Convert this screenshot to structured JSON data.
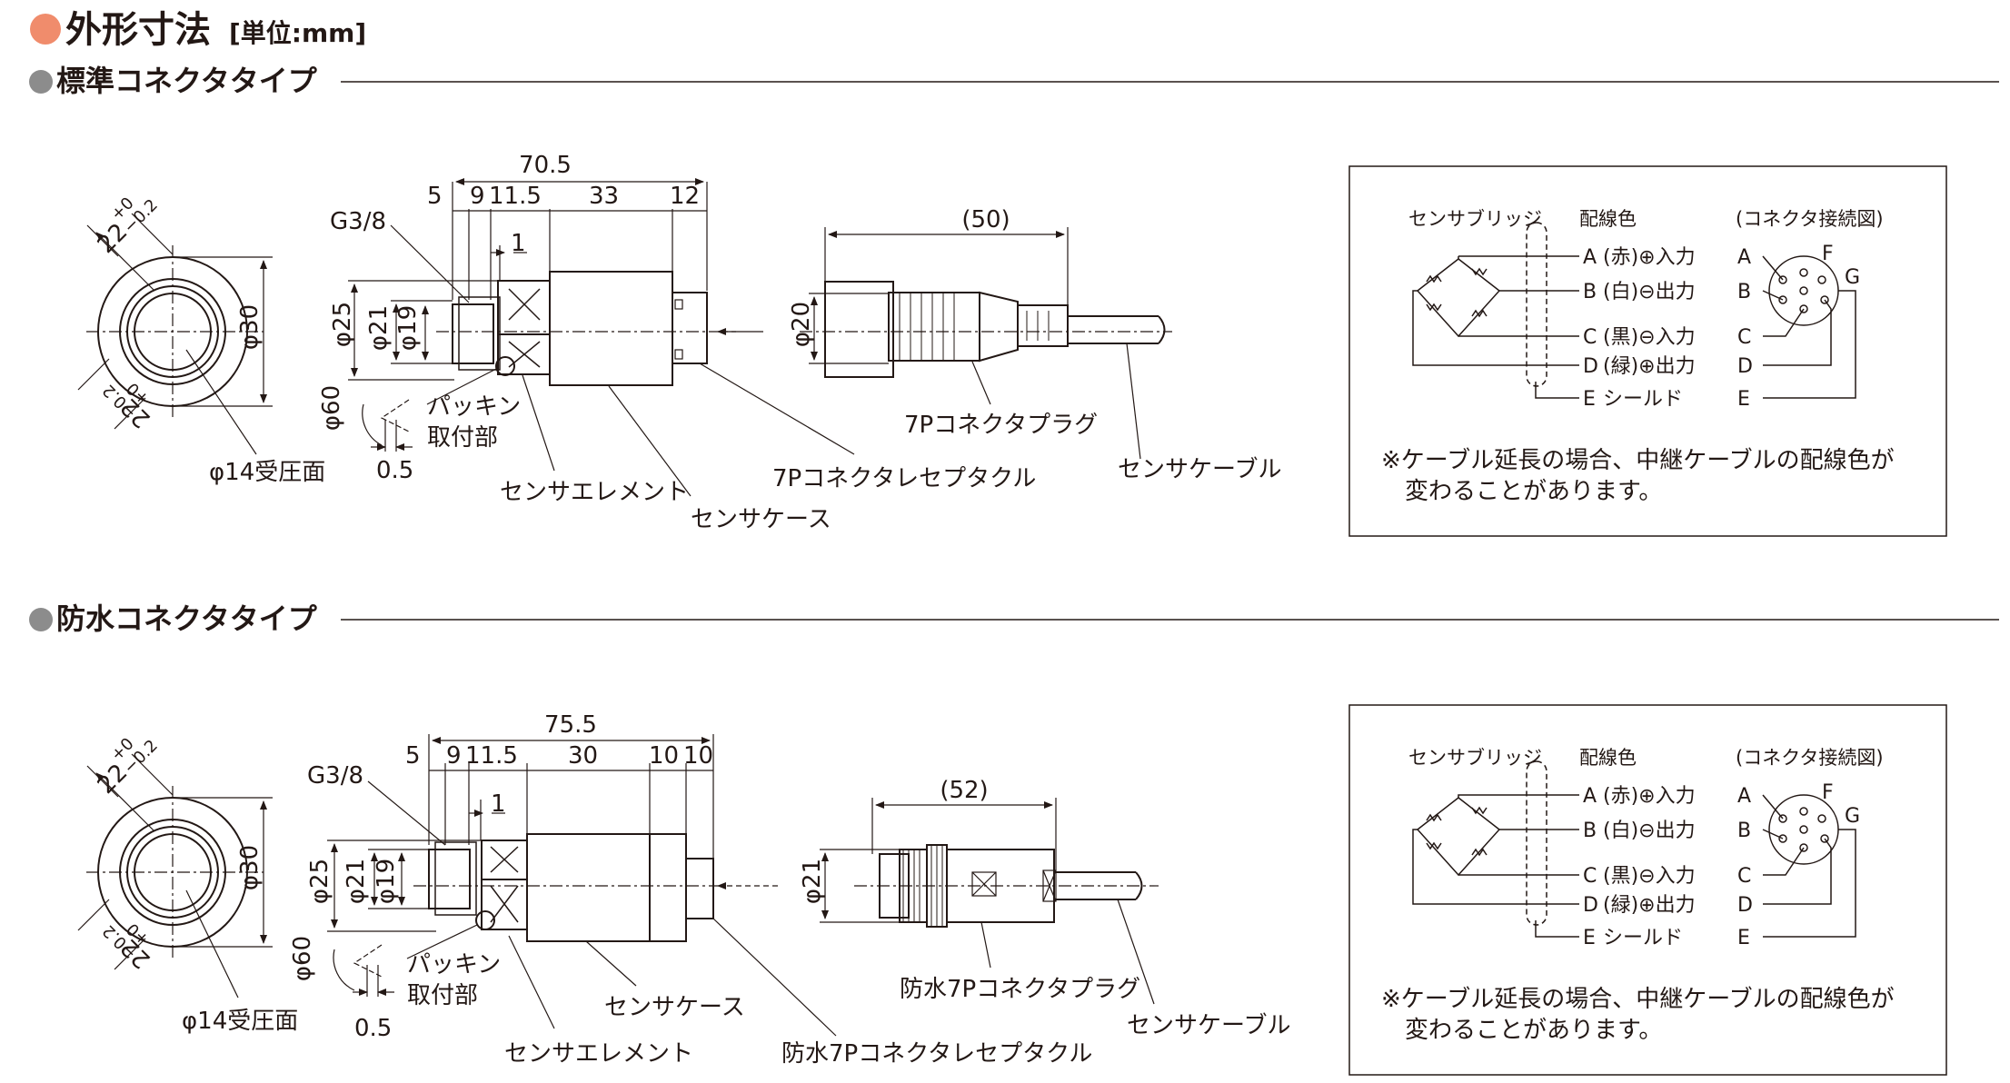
{
  "header": {
    "title": "外形寸法",
    "unit": "[単位:mm]",
    "accent_color": "#f08c6c",
    "bullet_color": "#8c8c8c"
  },
  "sections": [
    {
      "title": "標準コネクタタイプ",
      "front_view": {
        "tol_top": "22",
        "tol_top_upper": "+0",
        "tol_top_lower": "−0.2",
        "tol_bottom": "22",
        "tol_bottom_upper": "+0",
        "tol_bottom_lower": "−0.2",
        "dia_outer": "φ30",
        "face_label": "φ14受圧面"
      },
      "side_view": {
        "overall": "70.5",
        "dims": [
          "5",
          "9",
          "11.5",
          "33",
          "12"
        ],
        "dim_1": "1",
        "thread": "G3/8",
        "dia": [
          "φ25",
          "φ21",
          "φ19"
        ],
        "dia_connector": "φ20",
        "angle": "φ60",
        "gasket": "0.5",
        "plug_len": "(50)",
        "labels": {
          "gasket_mount": [
            "パッキン",
            "取付部"
          ],
          "element": "センサエレメント",
          "case": "センサケース",
          "receptacle": "7Pコネクタレセプタクル",
          "plug": "7Pコネクタプラグ",
          "cable": "センサケーブル"
        }
      }
    },
    {
      "title": "防水コネクタタイプ",
      "front_view": {
        "tol_top": "22",
        "tol_top_upper": "+0",
        "tol_top_lower": "−0.2",
        "tol_bottom": "22",
        "tol_bottom_upper": "+0",
        "tol_bottom_lower": "−0.2",
        "dia_outer": "φ30",
        "face_label": "φ14受圧面"
      },
      "side_view": {
        "overall": "75.5",
        "dims": [
          "5",
          "9",
          "11.5",
          "30",
          "10",
          "10"
        ],
        "dim_1": "1",
        "thread": "G3/8",
        "dia": [
          "φ25",
          "φ21",
          "φ19"
        ],
        "dia_connector": "φ21",
        "angle": "φ60",
        "gasket": "0.5",
        "plug_len": "(52)",
        "labels": {
          "gasket_mount": [
            "パッキン",
            "取付部"
          ],
          "element": "センサエレメント",
          "case": "センサケース",
          "receptacle": "防水7Pコネクタレセプタクル",
          "plug": "防水7Pコネクタプラグ",
          "cable": "センサケーブル"
        }
      }
    }
  ],
  "wiring": {
    "bridge_label": "センサブリッジ",
    "color_header": "配線色",
    "connector_header": "(コネクタ接続図)",
    "rows": [
      {
        "pin": "A",
        "text": "(赤)⊕入力",
        "conn": "A"
      },
      {
        "pin": "B",
        "text": "(白)⊖出力",
        "conn": "B"
      },
      {
        "pin": "C",
        "text": "(黒)⊖入力",
        "conn": "C"
      },
      {
        "pin": "D",
        "text": "(緑)⊕出力",
        "conn": "D"
      },
      {
        "pin": "E",
        "text": "シールド",
        "conn": "E"
      }
    ],
    "pin_f": "F",
    "pin_g": "G",
    "note_line1": "※ケーブル延長の場合、中継ケーブルの配線色が",
    "note_line2": "変わることがあります。"
  }
}
